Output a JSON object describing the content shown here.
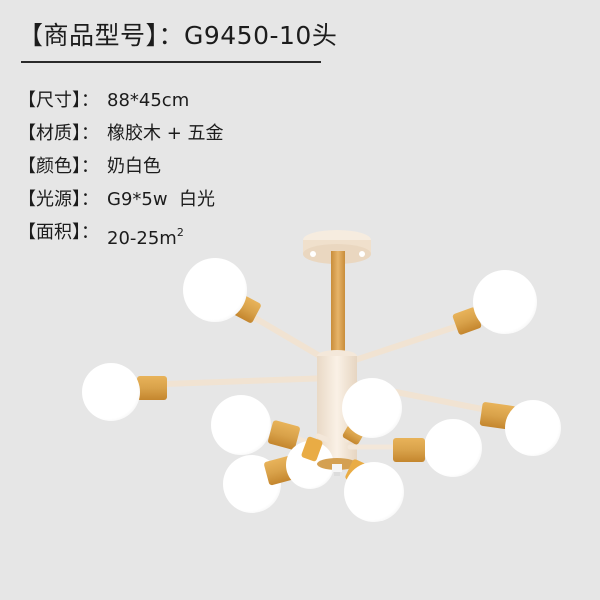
{
  "header": {
    "title": "【商品型号】：G9450-10头"
  },
  "specs": [
    {
      "label": "【尺寸】：",
      "value": "88*45cm"
    },
    {
      "label": "【材质】：",
      "value": "橡胶木 + 五金"
    },
    {
      "label": "【颜色】：",
      "value": "奶白色"
    },
    {
      "label": "【光源】：",
      "value": "G9*5w  白光"
    },
    {
      "label": "【面积】：",
      "value": "20-25m",
      "superscript": "2"
    }
  ],
  "product": {
    "name": "chandelier-10-heads",
    "bulb_count": 10,
    "colors": {
      "background": "#e6e6e6",
      "arm": "#f3e6d8",
      "wood": "#d9a24a",
      "wood_dark": "#c4862e",
      "bulb": "#ffffff",
      "canopy": "#f2e4d2",
      "text": "#1c1c1c"
    }
  }
}
